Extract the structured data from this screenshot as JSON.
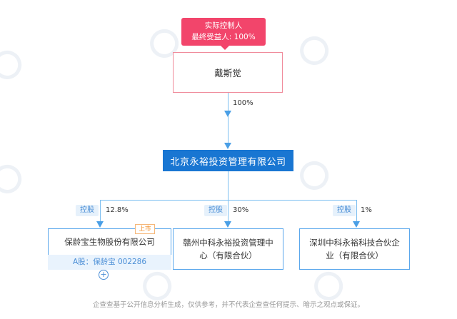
{
  "controller_badge": {
    "line1": "实际控制人",
    "line2": "最终受益人: 100%"
  },
  "person": {
    "name": "戴斯觉"
  },
  "person_to_main": {
    "percent": "100%"
  },
  "main_company": {
    "name": "北京永裕投资管理有限公司"
  },
  "subsidiaries": [
    {
      "relation": "控股",
      "percent": "12.8%",
      "name": "保龄宝生物股份有限公司",
      "listed_tag": "上市",
      "stock": "A股：保龄宝 002286",
      "expand_symbol": "+"
    },
    {
      "relation": "控股",
      "percent": "30%",
      "name_line1": "赣州中科永裕投资管理中",
      "name_line2": "心（有限合伙）"
    },
    {
      "relation": "控股",
      "percent": "1%",
      "name_line1": "深圳中科永裕科技合伙企",
      "name_line2": "业（有限合伙）"
    }
  ],
  "footer": {
    "text": "企查查基于公开信息分析生成，仅供参考，并不代表企查查任何提示、暗示之观点或保证。"
  },
  "colors": {
    "badge": "#f2456b",
    "person_border": "#f08b9b",
    "main_company": "#1976d2",
    "connector": "#7dbff0",
    "subsidiary_border": "#5aa7ec",
    "listed_tag": "#f28a1e"
  }
}
